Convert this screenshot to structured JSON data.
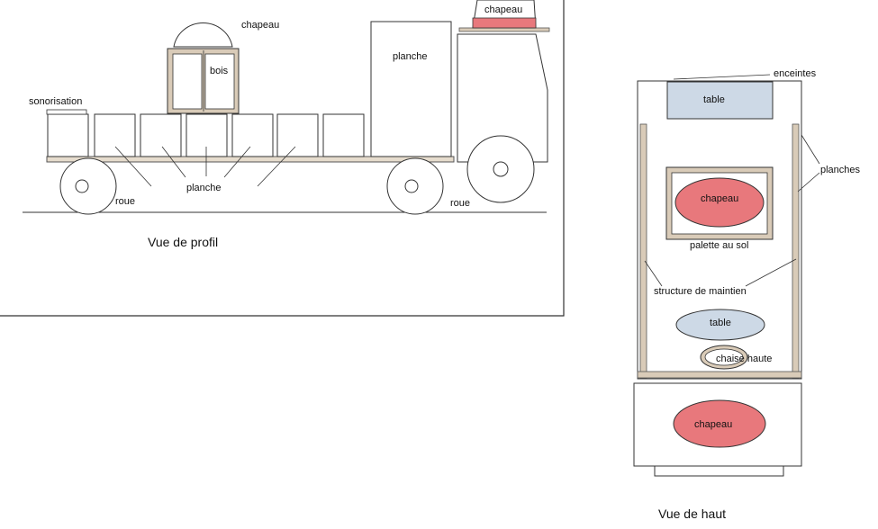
{
  "side_view": {
    "caption": "Vue de profil",
    "labels": {
      "chapeau": "chapeau",
      "bois": "bois",
      "sonorisation": "sonorisation",
      "planche_wall": "planche",
      "planche_floor": "planche",
      "roue_rear": "roue",
      "roue_front": "roue",
      "chapeau_cab": "chapeau"
    }
  },
  "top_view": {
    "caption": "Vue de haut",
    "labels": {
      "enceintes": "enceintes",
      "table_top": "table",
      "planches": "planches",
      "chapeau_center": "chapeau",
      "palette": "palette au sol",
      "structure": "structure de maintien",
      "table_ellipse": "table",
      "chaise": "chaise haute",
      "chapeau_cab": "chapeau"
    }
  },
  "colors": {
    "wood": "#d9cbb8",
    "pink": "#e8787c",
    "blue": "#cdd9e6",
    "outline": "#222222"
  }
}
